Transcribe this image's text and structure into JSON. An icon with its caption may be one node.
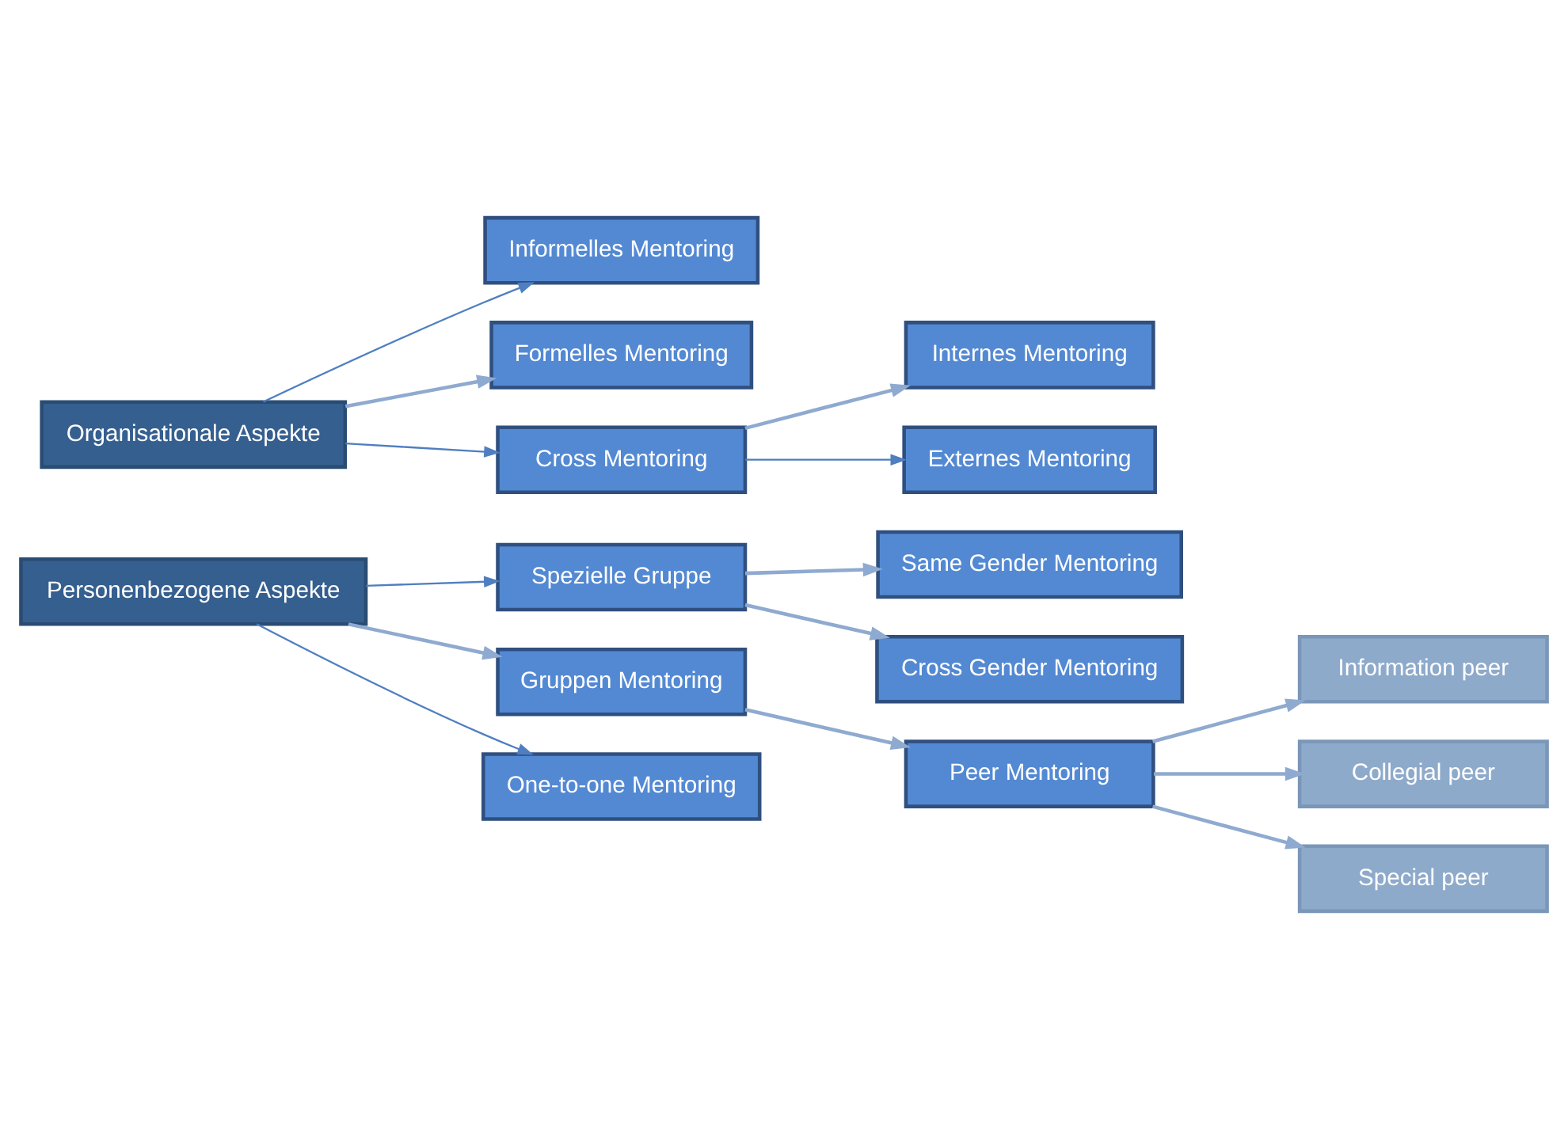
{
  "diagram": {
    "nodes": [
      {
        "text": [
          "Organisationale Aspekte"
        ]
      },
      {
        "text": [
          "Informelles Mentoring"
        ]
      },
      {
        "text": [
          "Formelles Mentoring"
        ]
      },
      {
        "text": [
          "Cross Mentoring"
        ]
      },
      {
        "text": [
          "Internes Mentoring"
        ]
      },
      {
        "text": [
          "Externes Mentoring"
        ]
      },
      {
        "text": [
          "Personenbezogene Aspekte"
        ]
      },
      {
        "text": [
          "Spezielle Gruppe"
        ]
      },
      {
        "text": [
          "Same Gender Mentoring"
        ]
      },
      {
        "text": [
          "Cross Gender Mentoring"
        ]
      },
      {
        "text": [
          "Gruppen Mentoring"
        ]
      },
      {
        "text": [
          "Peer Mentoring"
        ]
      },
      {
        "text": [
          "Information peer"
        ]
      },
      {
        "text": [
          "Collegial peer"
        ]
      },
      {
        "text": [
          "Special peer"
        ]
      },
      {
        "text": [
          "One-to-one Mentoring"
        ]
      }
    ],
    "edges": [
      {
        "from": 0,
        "to": 1,
        "arrow": "to"
      },
      {
        "from": 0,
        "to": 2,
        "arrow": "to",
        "color": "#8faad0"
      },
      {
        "from": 0,
        "to": 3,
        "arrow": "to"
      },
      {
        "from": 3,
        "to": 4,
        "arrow": "to",
        "color": "#8faad0"
      },
      {
        "from": 3,
        "to": 5,
        "arrow": "to"
      },
      {
        "from": 6,
        "to": 7,
        "arrow": "to"
      },
      {
        "from": 6,
        "to": 10,
        "arrow": "to",
        "color": "#8faad0"
      },
      {
        "from": 6,
        "to": 15,
        "arrow": "to"
      },
      {
        "from": 7,
        "to": 8,
        "arrow": "to",
        "color": "#8faad0"
      },
      {
        "from": 7,
        "to": 9,
        "arrow": "to",
        "color": "#8faad0"
      },
      {
        "from": 10,
        "to": 11,
        "arrow": "to",
        "color": "#8faad0"
      },
      {
        "from": 11,
        "to": 12,
        "arrow": "to",
        "color": "#8faad0"
      },
      {
        "from": 11,
        "to": 13,
        "arrow": "to",
        "color": "#8faad0"
      },
      {
        "from": 11,
        "to": 14,
        "arrow": "to",
        "color": "#8faad0"
      }
    ]
  }
}
